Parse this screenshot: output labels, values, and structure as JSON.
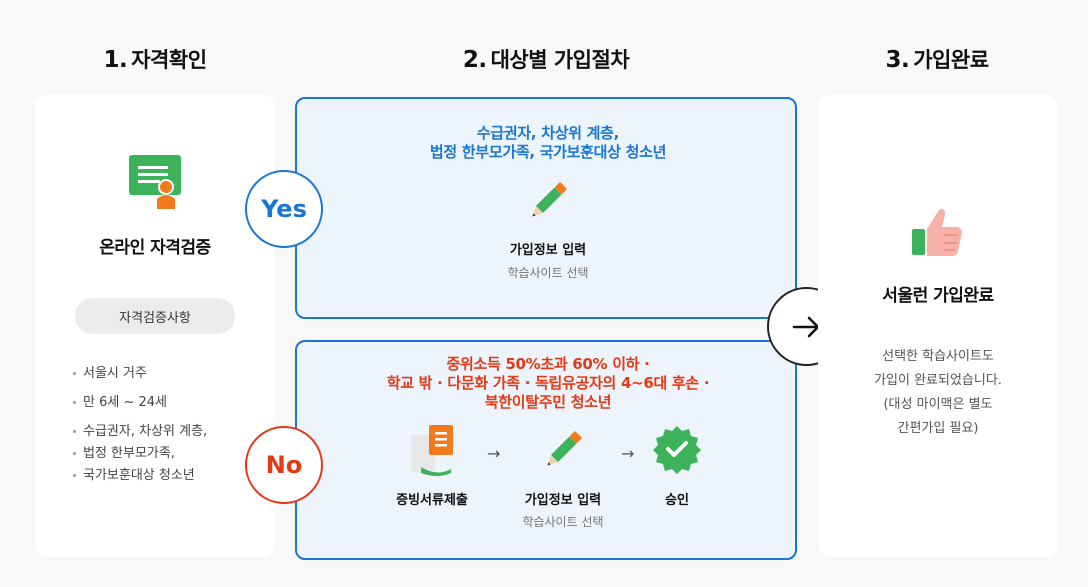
{
  "steps": {
    "step1": {
      "num": "1.",
      "label": "자격확인"
    },
    "step2": {
      "num": "2.",
      "label": "대상별 가입절차"
    },
    "step3": {
      "num": "3.",
      "label": "가입완료"
    }
  },
  "left": {
    "icon": "certificate-icon",
    "title": "온라인 자격검증",
    "pill": "자격검증사항",
    "criteria": [
      "서울시 거주",
      "만 6세 ~ 24세",
      "수급권자, 차상위 계층,",
      "법정 한부모가족,",
      "국가보훈대상 청소년"
    ]
  },
  "yes": {
    "badge": "Yes",
    "heading_line1": "수급권자, 차상위 계층,",
    "heading_line2": "법정 한부모가족, 국가보훈대상 청소년",
    "step_icon": "pencil-icon",
    "step_label": "가입정보 입력",
    "step_sub": "학습사이트 선택",
    "color": "#1976d2"
  },
  "no": {
    "badge": "No",
    "heading_line1": "중위소득 50%초과 60% 이하 ·",
    "heading_line2": "학교 밖 · 다문화 가족 · 독립유공자의 4~6대 후손 ·",
    "heading_line3": "북한이탈주민 청소년",
    "steps": [
      {
        "icon": "document-icon",
        "label": "증빙서류제출"
      },
      {
        "icon": "pencil-icon",
        "label": "가입정보 입력",
        "sub": "학습사이트 선택"
      },
      {
        "icon": "approval-check-icon",
        "label": "승인"
      }
    ],
    "arrow": "→",
    "color": "#e53915"
  },
  "right": {
    "icon": "thumbs-up-icon",
    "title": "서울런 가입완료",
    "desc_line1": "선택한 학습사이트도",
    "desc_line2": "가입이 완료되었습니다.",
    "desc_line3": "(대성 마이맥은 별도",
    "desc_line4": "간편가입 필요)"
  },
  "next_arrow_icon": "arrow-right-icon"
}
